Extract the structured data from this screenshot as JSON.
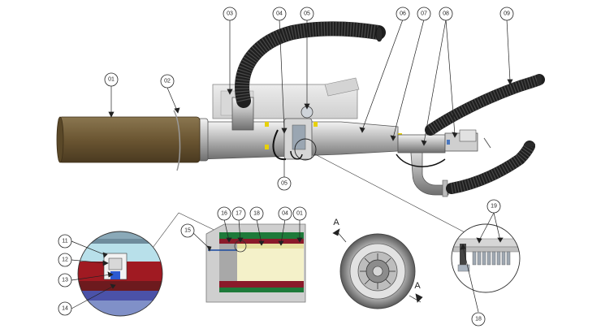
{
  "callouts": {
    "c01_top": "01",
    "c02": "02",
    "c03": "03",
    "c04_top": "04",
    "c05_top": "05",
    "c05_bottom": "05",
    "c06": "06",
    "c07": "07",
    "c08": "08",
    "c09": "09",
    "c11": "11",
    "c12": "12",
    "c13": "13",
    "c14": "14",
    "c15": "15",
    "c16_mid": "16",
    "c17": "17",
    "c18_mid": "18",
    "c04_mid": "04",
    "c01_mid": "01",
    "c19": "19",
    "c18_right": "18"
  },
  "section_marks": {
    "a_top": "A",
    "a_bottom": "A"
  }
}
